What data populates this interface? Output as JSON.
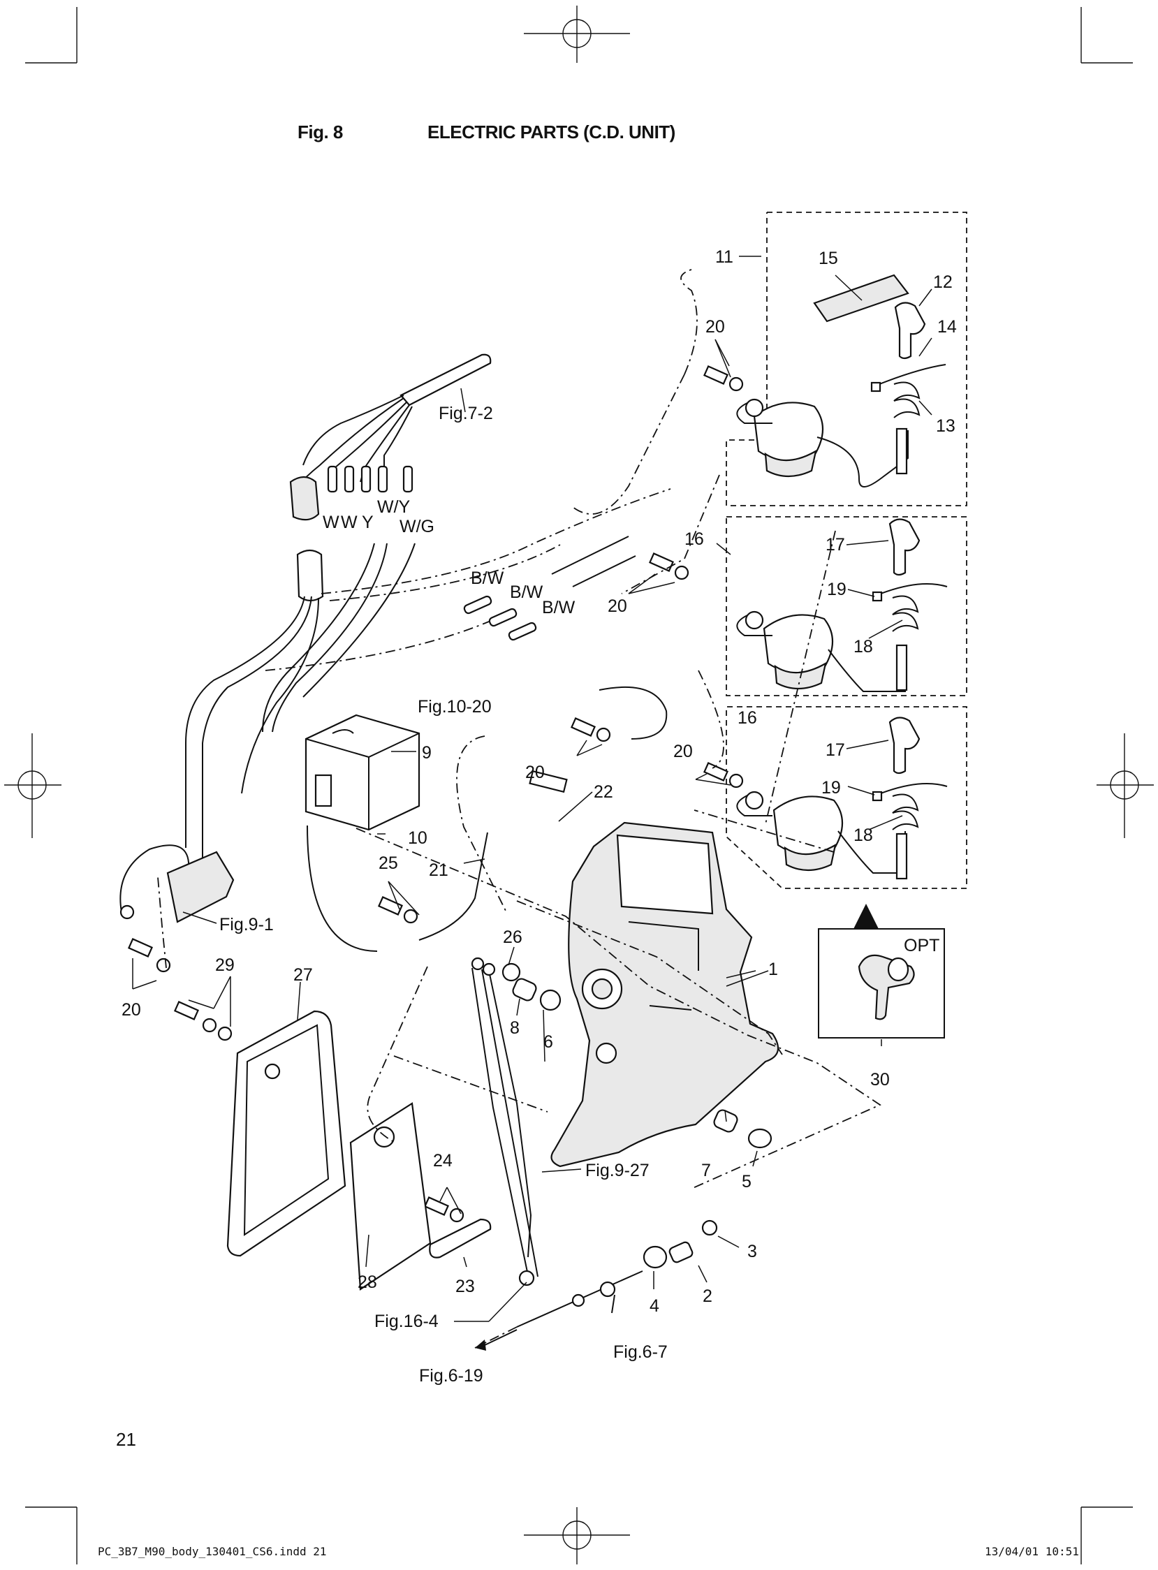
{
  "header": {
    "fig_label": "Fig. 8",
    "title": "ELECTRIC PARTS (C.D. UNIT)"
  },
  "page_number": "21",
  "footer": {
    "file": "PC_3B7_M90_body_130401_CS6.indd 21",
    "stamp": "13/04/01 10:51"
  },
  "callouts": {
    "c1": "1",
    "c2": "2",
    "c3": "3",
    "c4": "4",
    "c5": "5",
    "c6": "6",
    "c7": "7",
    "c8": "8",
    "c9": "9",
    "c10": "10",
    "c11": "11",
    "c12": "12",
    "c13": "13",
    "c14": "14",
    "c15": "15",
    "c16a": "16",
    "c16b": "16",
    "c17a": "17",
    "c17b": "17",
    "c18a": "18",
    "c18b": "18",
    "c19a": "19",
    "c19b": "19",
    "c20a": "20",
    "c20b": "20",
    "c20c": "20",
    "c20d": "20",
    "c20e": "20",
    "c21": "21",
    "c22": "22",
    "c23": "23",
    "c24": "24",
    "c25": "25",
    "c26": "26",
    "c27": "27",
    "c28": "28",
    "c29": "29",
    "c30": "30"
  },
  "references": {
    "fig7_2": "Fig.7-2",
    "fig10_20": "Fig.10-20",
    "fig9_1": "Fig.9-1",
    "fig9_27": "Fig.9-27",
    "fig16_4": "Fig.16-4",
    "fig6_7": "Fig.6-7",
    "fig6_19": "Fig.6-19"
  },
  "wire_labels": {
    "w1": "W",
    "w2": "W",
    "y": "Y",
    "wy": "W/Y",
    "wg": "W/G",
    "bw1": "B/W",
    "bw2": "B/W",
    "bw3": "B/W"
  },
  "option_label": "OPT"
}
